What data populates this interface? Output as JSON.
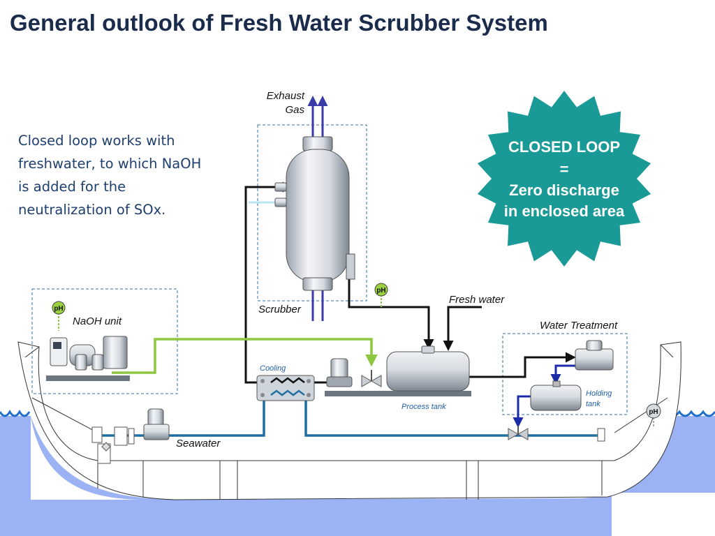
{
  "title": "General outlook of Fresh Water Scrubber System",
  "description": "Closed loop works with freshwater, to which NaOH is added for the neutralization of SOx.",
  "burst": {
    "lines": [
      "CLOSED LOOP",
      "=",
      "Zero discharge",
      "in enclosed area"
    ],
    "color": "#1a9a96"
  },
  "labels": {
    "exhaust_gas": [
      "Exhaust",
      "Gas"
    ],
    "scrubber": "Scrubber",
    "naoh_unit": "NaOH unit",
    "fresh_water": "Fresh water",
    "water_treatment": "Water Treatment",
    "cooling": "Cooling",
    "process_tank": "Process tank",
    "holding_tank": [
      "Holding",
      "tank"
    ],
    "seawater": "Seawater",
    "ph": "pH"
  },
  "colors": {
    "title": "#1a2b4c",
    "text": "#1e3f6e",
    "sea": "#9bb2f4",
    "naoh_line": "#8dc63f",
    "seawater_line": "#1f6fa0",
    "holding_line": "#1a2aa8",
    "exhaust": "#3a3aa8"
  },
  "icons": [
    "ph-sensor-icon",
    "valve-icon",
    "pump-icon",
    "heat-exchanger-icon"
  ]
}
